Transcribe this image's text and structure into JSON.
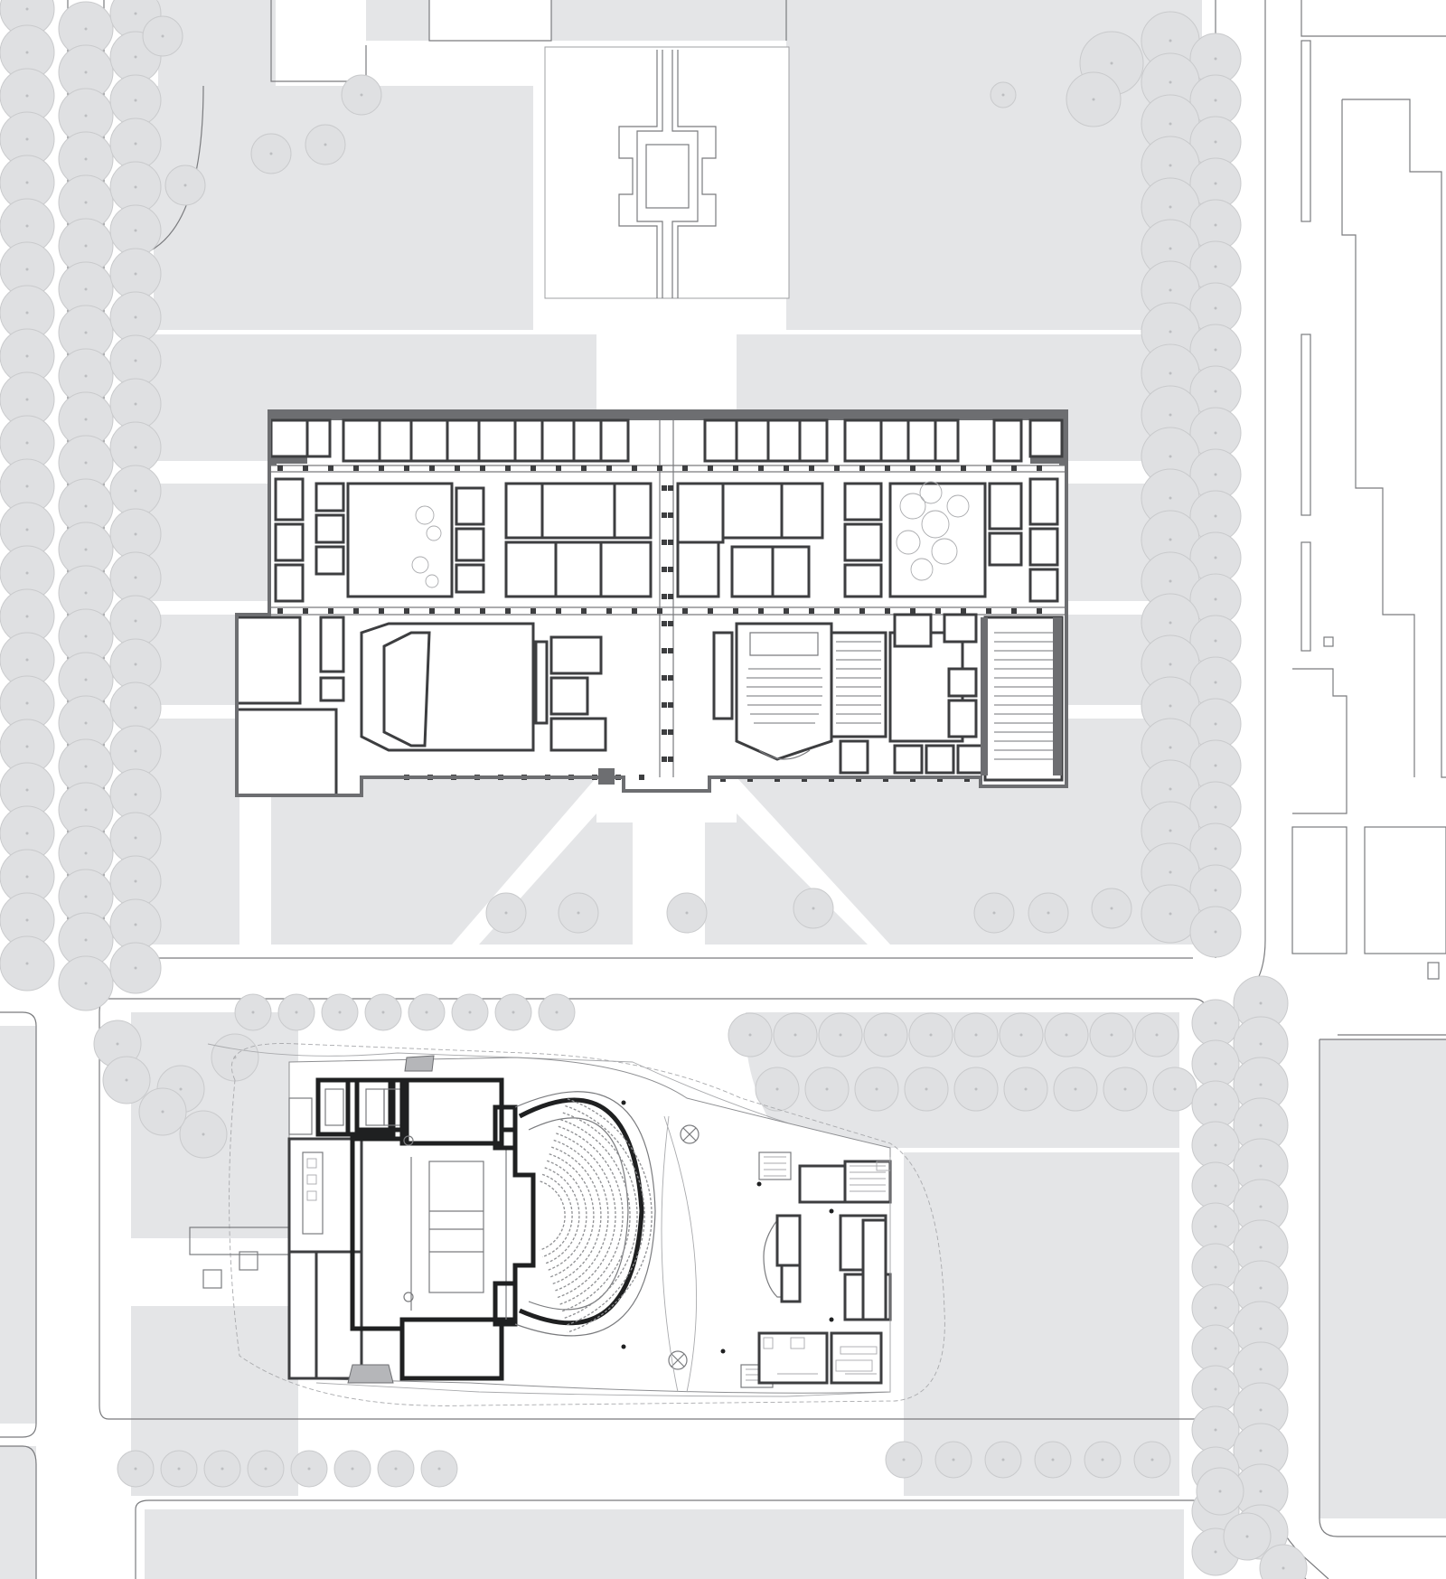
{
  "drawing": {
    "type": "site-plan",
    "labels": [],
    "colors": {
      "background": "#ffffff",
      "lawn": "#e4e5e7",
      "tree_canopy": "#dfe0e2",
      "wall_fill": "#6d6e71",
      "line": "#3d3e40"
    },
    "features": [
      "historic-building",
      "courtyard-north",
      "courtyard-west",
      "courtyard-east",
      "auditorium-historic",
      "theater-historic",
      "new-building",
      "new-auditorium",
      "stage",
      "radial-walkways",
      "street-trees",
      "adjacent-buildings"
    ]
  }
}
